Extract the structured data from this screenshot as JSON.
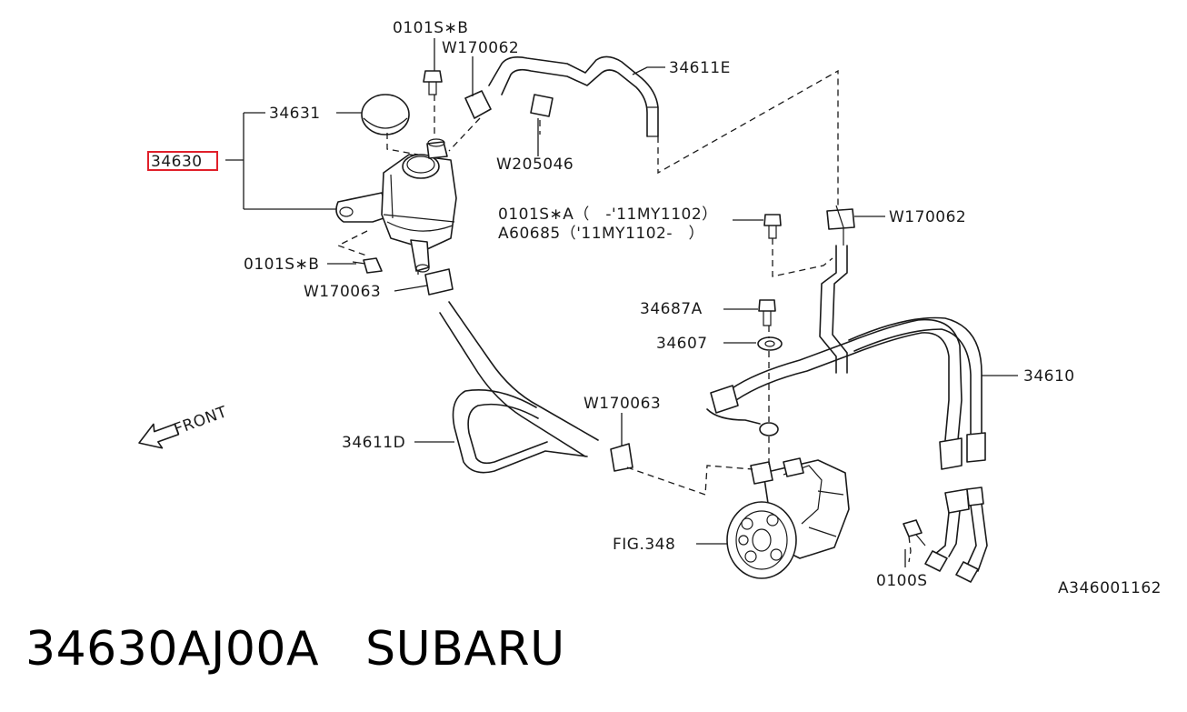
{
  "labels": {
    "l_0101sb_top": "0101S∗B",
    "l_w170062_top": "W170062",
    "l_34611e": "34611E",
    "l_34631": "34631",
    "l_34630": "34630",
    "l_w205046": "W205046",
    "l_0101sa": "0101S∗A（　-'11MY1102）",
    "l_a60685": "A60685（'11MY1102-　）",
    "l_w170062_right": "W170062",
    "l_0101sb_left": "0101S∗B",
    "l_w170063_left": "W170063",
    "l_34687a": "34687A",
    "l_34607": "34607",
    "l_34610": "34610",
    "l_front": "FRONT",
    "l_w170063_mid": "W170063",
    "l_34611d": "34611D",
    "l_fig348": "FIG.348",
    "l_0100s": "0100S",
    "l_diagram_id": "A346001162"
  },
  "highlight_color": "#e0202a",
  "caption": {
    "part_number": "34630AJ00A",
    "brand": "SUBARU"
  }
}
